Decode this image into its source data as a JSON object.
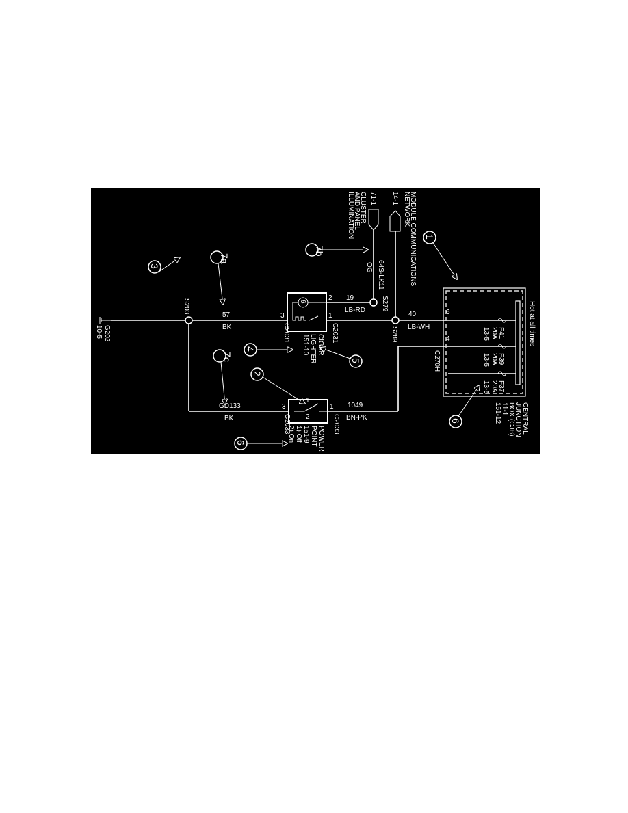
{
  "colors": {
    "background": "#000000",
    "lines": "#ffffff",
    "page": "#ffffff"
  },
  "ground": {
    "id": "G202",
    "ref": "10-5"
  },
  "splices": {
    "s203": "S203",
    "s279": "S279",
    "s289": "S289"
  },
  "wires": {
    "w57": {
      "circuit": "57",
      "color": "BK"
    },
    "gd133": {
      "circuit": "GD133",
      "color": "BK"
    },
    "w19": {
      "circuit": "19",
      "color": "LB-RD"
    },
    "w40": {
      "circuit": "40",
      "color": "LB-WH"
    },
    "w1049": {
      "circuit": "1049",
      "color": "BN-PK"
    },
    "w64s": {
      "circuit": "64S-LK11",
      "color": "OG"
    }
  },
  "cigar_lighter": {
    "name": "CIGAR",
    "name2": "LIGHTER",
    "ref": "151-10",
    "connector": "C2031",
    "pin1": "1",
    "pin2": "2",
    "pin3": "3"
  },
  "power_point": {
    "name": "POWER",
    "name2": "POINT",
    "ref": "151-9",
    "state1": "1) Off",
    "state2": "2) On",
    "connector": "C2033",
    "pin1": "1",
    "pin3": "3",
    "sw1": "1",
    "sw2": "2"
  },
  "connectors": {
    "cluster": {
      "ref": "71-1",
      "l1": "CLUSTER",
      "l2": "AND PANEL",
      "l3": "ILLUMINATION"
    },
    "network": {
      "ref": "14-1",
      "l1": "MODULE COMMUNICATIONS",
      "l2": "NETWORK"
    }
  },
  "cjb": {
    "l1": "CENTRAL",
    "l2": "JUNCTION",
    "l3": "BOX (CJB)",
    "l4": "11-1",
    "l5": "151-12",
    "hot": "Hot at all times",
    "connector": "C270H",
    "pin6": "6",
    "pin4": "4",
    "fuses": [
      {
        "id": "F41",
        "rating": "20A",
        "ref": "13-5"
      },
      {
        "id": "F39",
        "rating": "20A",
        "ref": "13-5"
      },
      {
        "id": "F37",
        "rating": "20A",
        "ref": "13-5"
      }
    ]
  },
  "callouts": [
    "1",
    "2",
    "3",
    "4",
    "5",
    "6",
    "6",
    "7a",
    "7b",
    "7c"
  ]
}
